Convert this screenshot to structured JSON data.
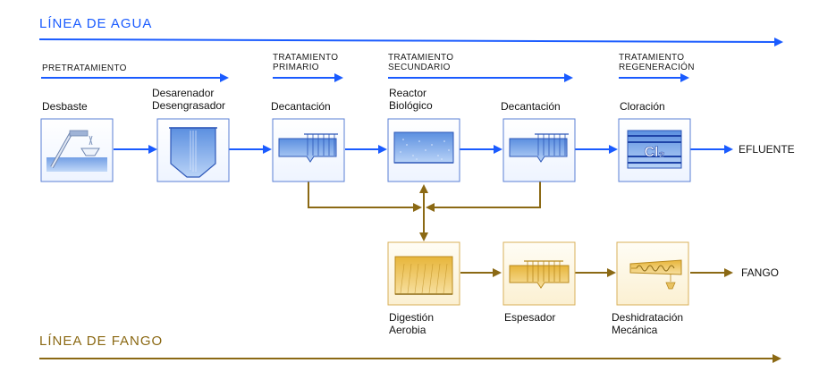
{
  "water_line": {
    "title": "LÍNEA DE AGUA",
    "color": "#1a5bff",
    "stages": [
      "PRETRATAMIENTO",
      "TRATAMIENTO\nPRIMARIO",
      "TRATAMIENTO\nSECUNDARIO",
      "TRATAMIENTO\nREGENERACIÓN"
    ],
    "units": [
      "Desbaste",
      "Desarenador\nDesengrasador",
      "Decantación",
      "Reactor\nBiológico",
      "Decantación",
      "Cloración"
    ],
    "output": "EFLUENTE",
    "chlorine_symbol": "Cl₂"
  },
  "sludge_line": {
    "title": "LÍNEA DE FANGO",
    "color": "#8b6914",
    "units": [
      "Digestión\nAerobia",
      "Espesador",
      "Deshidratación\nMecánica"
    ],
    "output": "FANGO"
  }
}
